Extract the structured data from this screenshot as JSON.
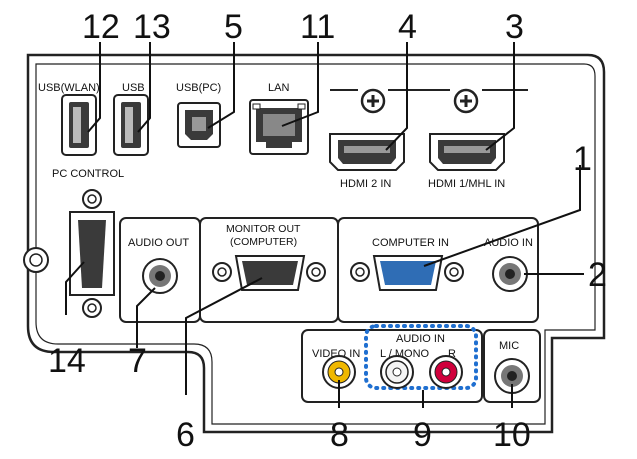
{
  "callouts": {
    "n1": "1",
    "n2": "2",
    "n3": "3",
    "n4": "4",
    "n5": "5",
    "n6": "6",
    "n7": "7",
    "n8": "8",
    "n9": "9",
    "n10": "10",
    "n11": "11",
    "n12": "12",
    "n13": "13",
    "n14": "14"
  },
  "labels": {
    "usb_wlan": "USB(WLAN)",
    "usb": "USB",
    "usb_pc": "USB(PC)",
    "lan": "LAN",
    "hdmi2": "HDMI 2 IN",
    "hdmi1": "HDMI 1/MHL IN",
    "pc_control": "PC  CONTROL",
    "audio_out": "AUDIO OUT",
    "monitor_out_1": "MONITOR OUT",
    "monitor_out_2": "(COMPUTER)",
    "computer_in": "COMPUTER IN",
    "audio_in_right": "AUDIO IN",
    "audio_in_bottom": "AUDIO IN",
    "l_mono": "L / MONO",
    "r": "R",
    "video_in": "VIDEO IN",
    "mic": "MIC"
  },
  "colors": {
    "panel": "#ffffff",
    "stroke": "#222222",
    "connector_dark": "#3a3a3a",
    "vga_blue": "#2f6db5",
    "video_yellow": "#f0b800",
    "audio_white": "#f4f4f4",
    "audio_red": "#d0003c",
    "dotted_blue": "#1f6fd0"
  }
}
